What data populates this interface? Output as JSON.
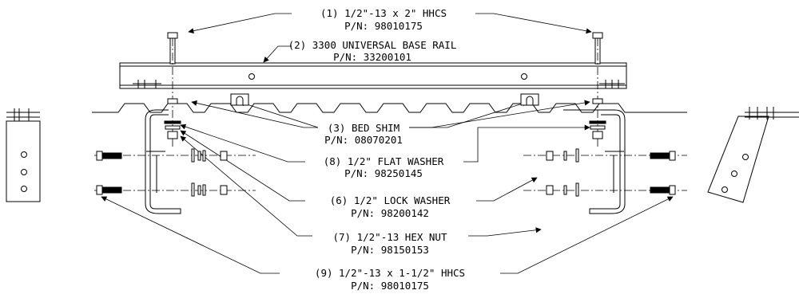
{
  "callouts": [
    {
      "id": "hhcs-2",
      "line1": "(1) 1/2\"-13 x 2\" HHCS",
      "line2": "P/N: 98010175"
    },
    {
      "id": "base-rail",
      "line1": "(2) 3300 UNIVERSAL BASE RAIL",
      "line2": "P/N: 33200101"
    },
    {
      "id": "bed-shim",
      "line1": "(3) BED SHIM",
      "line2": "P/N: 08070201"
    },
    {
      "id": "flat-washer",
      "line1": "(8) 1/2\" FLAT WASHER",
      "line2": "P/N: 98250145"
    },
    {
      "id": "lock-washer",
      "line1": "(6) 1/2\" LOCK WASHER",
      "line2": "P/N: 98200142"
    },
    {
      "id": "hex-nut",
      "line1": "(7) 1/2\"-13 HEX NUT",
      "line2": "P/N: 98150153"
    },
    {
      "id": "hhcs-1-5",
      "line1": "(9) 1/2\"-13 x 1-1/2\" HHCS",
      "line2": "P/N: 98010175"
    }
  ]
}
